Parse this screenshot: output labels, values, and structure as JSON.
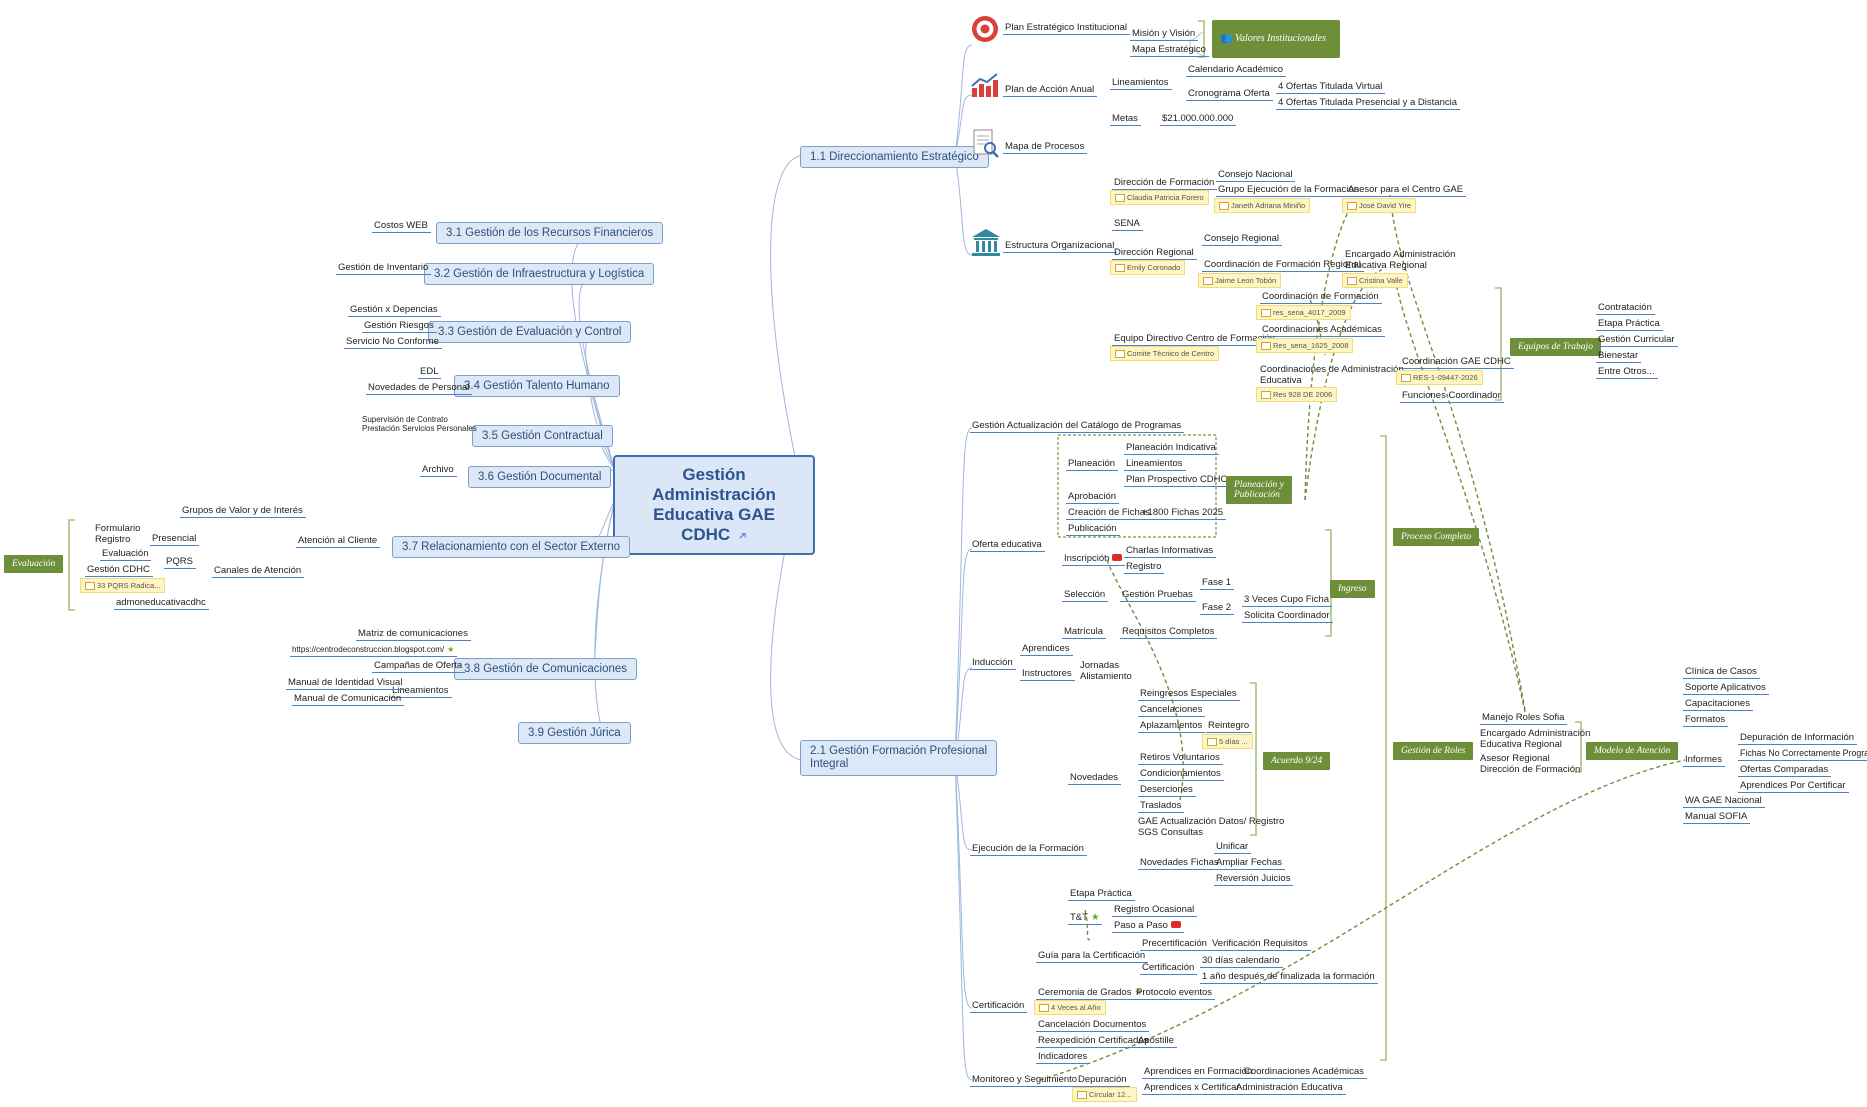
{
  "central": {
    "title": "Gestión Administración Educativa GAE CDHC"
  },
  "left_branches": [
    {
      "label": "3.1 Gestión de los Recursos Financieros",
      "children": [
        "Costos WEB"
      ]
    },
    {
      "label": "3.2 Gestión de Infraestructura y Logística",
      "children": [
        "Gestión de Inventario"
      ]
    },
    {
      "label": "3.3 Gestión de Evaluación y Control",
      "children": [
        "Gestión x Depencias",
        "Gestión Riesgos",
        "Servicio No Conforme"
      ]
    },
    {
      "label": "3.4 Gestión Talento Humano",
      "children": [
        "EDL",
        "Novedades de Personal"
      ]
    },
    {
      "label": "3.5 Gestión Contractual",
      "children": [
        "Supervisión de Contrato\nPrestación Servicios Personales"
      ]
    },
    {
      "label": "3.6 Gestión Documental",
      "children": [
        "Archivo"
      ]
    },
    {
      "label": "3.7 Relacionamiento con el Sector Externo",
      "children": [
        "Atención al Cliente",
        "Grupos de Valor y de Interés",
        "Canales de Atención"
      ]
    },
    {
      "label": "3.8 Gestión de Comunicaciones",
      "children": [
        "Matriz de comunicaciones",
        "https://centrodeconstruccion.blogspot.com/",
        "Campañas de Oferta",
        "Lineamientos",
        "Manual de Identidad Visual",
        "Manual de Comunicación"
      ]
    },
    {
      "label": "3.9 Gestión Júrica",
      "children": []
    }
  ],
  "atencion": {
    "presencial": "Presencial",
    "formulario": "Formulario\nRegistro",
    "evaluacion": "Evaluación",
    "pqrs": "PQRS",
    "gestion_cdhc": "Gestión CDHC",
    "pqrs_note": "33 PQRS Radica...",
    "email": "admoneducativacdhc",
    "tag": "Evaluación"
  },
  "right_top": {
    "branch": "1.1 Direccionamiento Estratégico",
    "plan_estrategico": "Plan Estratégico Institucional",
    "mision": "Misión y Visión",
    "mapa_estrategico": "Mapa Estratégico",
    "valores": "Valores Institucionales",
    "plan_accion": "Plan de Acción Anual",
    "lineamientos": "Lineamientos",
    "calendario": "Calendario Académico",
    "cronograma": "Cronograma Oferta",
    "oferta_virtual": "4 Ofertas Titulada Virtual",
    "oferta_presencial": "4 Ofertas Titulada Presencial y a Distancia",
    "metas": "Metas",
    "metas_valor": "$21.000.000.000",
    "mapa_procesos": "Mapa de Procesos",
    "estructura": "Estructura Organizacional",
    "direccion_formacion": "Dirección de Formación",
    "dir_form_note": "Claudia Patricia Forero",
    "consejo_nacional": "Consejo Nacional",
    "grupo_ejecucion": "Grupo Ejecución de la Formación",
    "grupo_note": "Janeth Adriana Miniño",
    "asesor_gae": "Asesor para el Centro GAE",
    "asesor_note": "José David Yire",
    "sena": "SENA",
    "direccion_regional": "Dirección Regional",
    "dir_reg_note": "Emily Coronado",
    "consejo_regional": "Consejo Regional",
    "coord_regional": "Coordinación de Formación Regional",
    "coord_reg_note": "Jaime Leon Tobón",
    "encargado": "Encargado Administración\nEducativa Regional",
    "encargado_note": "Cristina Valle",
    "equipo_directivo": "Equipo Directivo Centro de Formación",
    "comite_note": "Comite Técnico de Centro",
    "coord_formacion": "Coordinación de Formación",
    "coord_form_note": "res_sena_4017_2009",
    "coord_academicas": "Coordinaciones Académicas",
    "coord_acad_note": "Res_sena_1625_2008",
    "coord_admin": "Coordinaciones de Administración\nEducativa",
    "coord_admin_note": "Res 928 DE 2006",
    "coord_gae": "Coordinación GAE CDHC",
    "coord_gae_note": "RES-1-09447-2026",
    "funciones": "Funciones Coordinador",
    "equipos_tag": "Equipos de Trabajo",
    "equipos": [
      "Contratación",
      "Etapa Práctica",
      "Gestión Curricular",
      "Bienestar",
      "Entre Otros..."
    ]
  },
  "right_bottom": {
    "branch": "2.1 Gestión Formación Profesional\nIntegral",
    "catalogo": "Gestión Actualización del Catálogo de Programas",
    "oferta": "Oferta educativa",
    "planeacion": "Planeación",
    "plan_indicativa": "Planeación Indicativa",
    "plan_lineamientos": "Lineamientos",
    "plan_prospectivo": "Plan Prospectivo CDHC",
    "aprobacion": "Aprobación",
    "creacion": "Creación de Fichas",
    "fichas": "+1800 Fichas 2025",
    "publicacion": "Publicación",
    "planeacion_tag": "Planeación y\nPublicación",
    "inscripcion": "Inscripción",
    "charlas": "Charlas Informativas",
    "registro": "Registro",
    "seleccion": "Selección",
    "gestion_pruebas": "Gestión Pruebas",
    "fase1": "Fase 1",
    "fase2": "Fase 2",
    "cupo": "3 Veces Cupo Ficha",
    "solicita": "Solicita Coordinador",
    "matricula": "Matrícula",
    "requisitos": "Requisitos Completos",
    "ingreso_tag": "Ingreso",
    "proceso_tag": "Proceso Completo",
    "induccion": "Inducción",
    "aprendices": "Aprendices",
    "instructores": "Instructores",
    "jornadas": "Jornadas\nAlistamiento",
    "ejecucion": "Ejecución de la Formación",
    "novedades": "Novedades",
    "nov_items": [
      "Reingresos Especiales",
      "Cancelaciones",
      "Aplazamientos",
      "Retiros Voluntarios",
      "Condicionamientos",
      "Deserciones",
      "Traslados",
      "GAE Actualización Datos/ Registro\nSGS Consultas"
    ],
    "reintegro": "Reintegro",
    "reintegro_note": "5 días ...",
    "acuerdo_tag": "Acuerdo 9/24",
    "novedades_fichas": "Novedades Fichas",
    "fichas_items": [
      "Unificar",
      "Ampliar Fechas",
      "Reversión Juicios"
    ],
    "etapa_practica": "Etapa Práctica",
    "tyt": "T&T",
    "registro_ocasional": "Registro Ocasional",
    "paso_paso": "Paso a Paso",
    "certificacion": "Certificación",
    "guia": "Guía para la Certificación",
    "precert": "Precertificación",
    "verificacion": "Verificación Requisitos",
    "cert": "Certificación",
    "dias30": "30 días calendario",
    "anio": "1 año después de finalizada la formación",
    "ceremonia": "Ceremonia de Grados",
    "protocolo": "Protocolo eventos",
    "ceremonia_note": "4 Veces al Año",
    "cancelacion_doc": "Cancelación Documentos",
    "reexpedicion": "Reexpedición Certificados",
    "apostille": "Apostille",
    "indicadores": "Indicadores",
    "monitoreo": "Monitoreo y Seguimiento",
    "depuracion": "Depuración",
    "depuracion_note": "Circular 12...",
    "aprendices_formacion": "Aprendices en Formación",
    "aprendices_certificar": "Aprendices x Certificar",
    "coord_acad2": "Coordinaciones Académicas",
    "admin_edu": "Administración Educativa",
    "gestion_roles_tag": "Gestión de Roles",
    "manejo_roles": "Manejo Roles Sofia",
    "encargado_reg": "Encargado Administración\nEducativa Regional",
    "asesor_reg": "Asesor Regional\nDirección de Formación",
    "modelo_tag": "Modelo de Atención",
    "modelo_items": [
      "Clínica de Casos",
      "Soporte Aplicativos",
      "Capacitaciones",
      "Formatos",
      "Informes",
      "WA GAE Nacional",
      "Manual SOFIA"
    ],
    "informes_items": [
      "Depuración de Información",
      "Fichas No Correctamente Programadas",
      "Ofertas Comparadas",
      "Aprendices Por Certificar"
    ]
  }
}
